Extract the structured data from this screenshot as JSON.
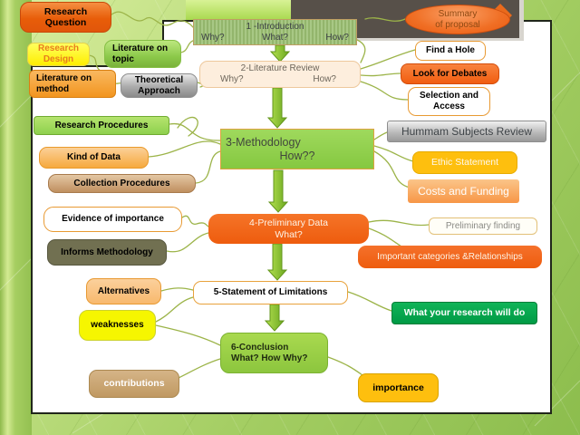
{
  "slide": {
    "summary_label": "Summary\nof proposal",
    "steps": {
      "intro": {
        "title": "1 -Introduction",
        "why": "Why?",
        "what": "What?",
        "how": "How?"
      },
      "lit_review": {
        "title": "2-Literature Review",
        "why": "Why?",
        "how": "How?"
      },
      "methodology": {
        "title": "3-Methodology",
        "how": "How??"
      },
      "prelim": {
        "title": "4-Preliminary Data",
        "what": "What?"
      },
      "limitations": {
        "title": "5-Statement of Limitations"
      },
      "conclusion": {
        "title": "6-Conclusion",
        "questions": "What?  How  Why?"
      }
    },
    "nodes": {
      "research_question": "Research\nQuestion",
      "research_design": "Research\nDesign",
      "literature_topic": "Literature on\ntopic",
      "literature_method": "Literature on\nmethod",
      "theoretical_approach": "Theoretical\nApproach",
      "research_procedures": "Research Procedures",
      "kind_of_data": "Kind of Data",
      "collection_procedures": "Collection Procedures",
      "evidence_importance": "Evidence of importance",
      "informs_methodology": "Informs Methodology",
      "alternatives": "Alternatives",
      "weaknesses": "weaknesses",
      "contributions": "contributions",
      "find_hole": "Find a Hole",
      "look_debates": "Look for Debates",
      "selection_access": "Selection and\nAccess",
      "hummam": "Hummam Subjects Review",
      "ethic": "Ethic Statement",
      "costs": "Costs and Funding",
      "prelim_finding": "Preliminary finding",
      "important_categories": "Important categories &Relationships",
      "what_research": "What your research will do",
      "importance": "importance"
    },
    "colors": {
      "accent_orange": "#ee5c0e",
      "accent_green": "#8cc63e",
      "accent_gold": "#febf0e",
      "panel_border": "#20261a"
    }
  }
}
